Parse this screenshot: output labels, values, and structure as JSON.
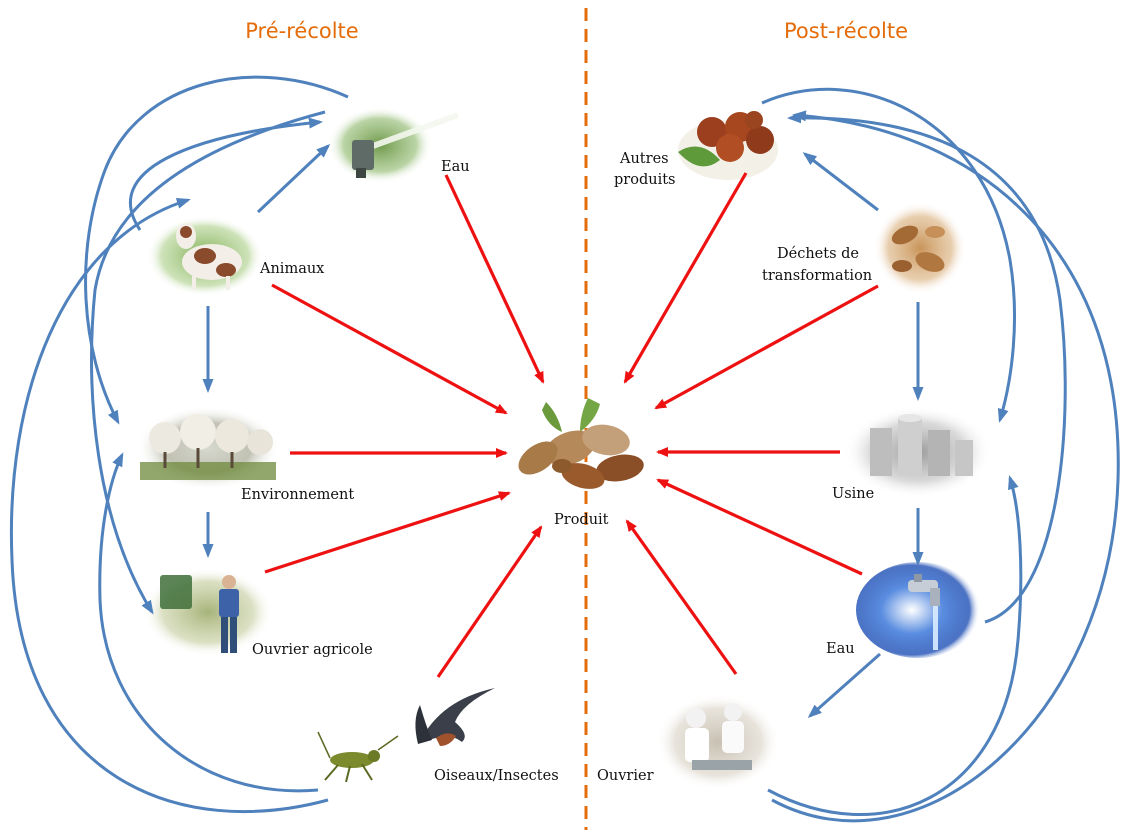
{
  "header": {
    "pre_harvest_title": "Pré-récolte",
    "post_harvest_title": "Post-récolte"
  },
  "center": {
    "label": "Produit"
  },
  "pre_harvest": {
    "water_label": "Eau",
    "animals_label": "Animaux",
    "environment_label": "Environnement",
    "farm_worker_label": "Ouvrier agricole",
    "birds_insects_label": "Oiseaux/Insectes"
  },
  "post_harvest": {
    "other_products_label_line1": "Autres",
    "other_products_label_line2": "produits",
    "processing_waste_label_line1": "Déchets de",
    "processing_waste_label_line2": "transformation",
    "factory_label": "Usine",
    "water_label": "Eau",
    "worker_label": "Ouvrier"
  },
  "colors": {
    "phase_title": "#E46C0A",
    "divider": "#E46C0A",
    "contamination_arrow": "#EE1111",
    "transfer_arrow": "#4F81BD"
  }
}
